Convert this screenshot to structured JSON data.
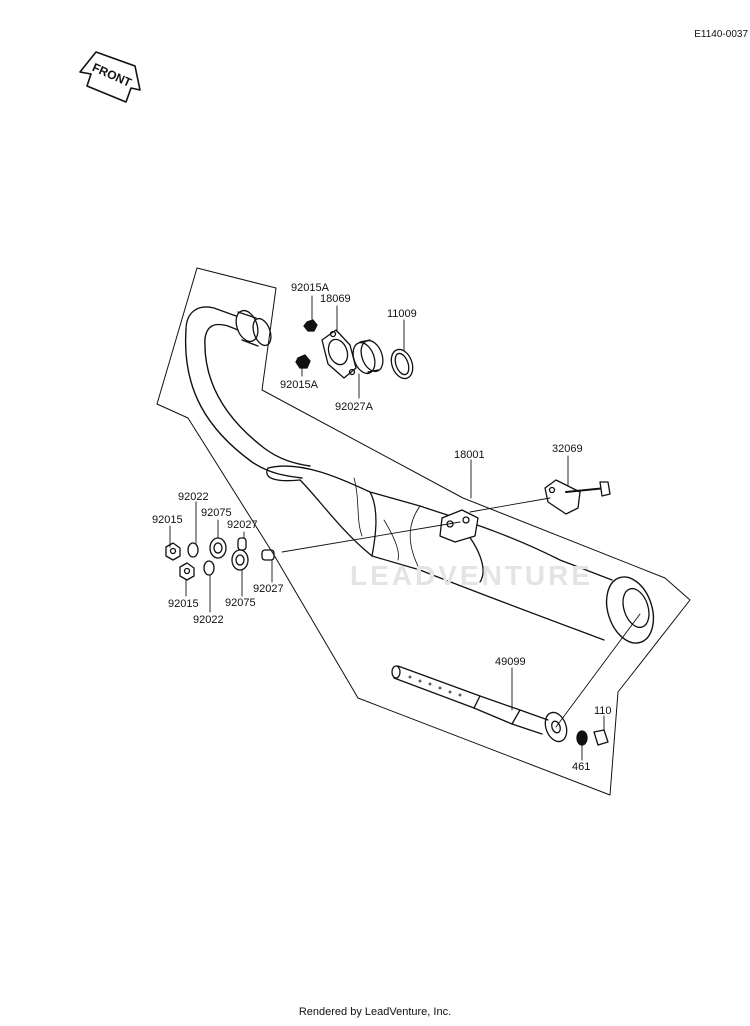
{
  "diagram_code": "E1140-0037",
  "front_label": "FRONT",
  "watermark": "LEADVENTURE",
  "footer": "Rendered by LeadVenture, Inc.",
  "parts": {
    "p92015A_top": "92015A",
    "p18069": "18069",
    "p11009": "11009",
    "p92015A_bottom": "92015A",
    "p92027A": "92027A",
    "p18001": "18001",
    "p32069": "32069",
    "p92022_top": "92022",
    "p92015_top": "92015",
    "p92075_top": "92075",
    "p92027_top": "92027",
    "p92027_bottom": "92027",
    "p92015_bottom": "92015",
    "p92075_bottom": "92075",
    "p92022_bottom": "92022",
    "p49099": "49099",
    "p110": "110",
    "p461": "461"
  }
}
